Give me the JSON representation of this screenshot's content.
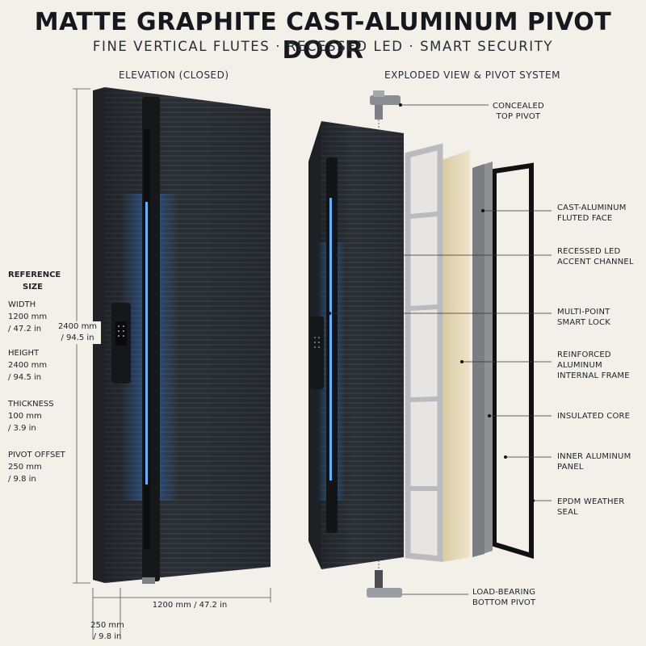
{
  "title": "MATTE GRAPHITE CAST-ALUMINUM PIVOT DOOR",
  "subtitle": "FINE VERTICAL FLUTES · RECESSED LED · SMART SECURITY",
  "sections": {
    "elevation": "ELEVATION (CLOSED)",
    "exploded": "EXPLODED VIEW & PIVOT SYSTEM"
  },
  "reference": {
    "heading_line1": "REFERENCE",
    "heading_line2": "SIZE",
    "items": [
      {
        "label": "WIDTH",
        "line1": "1200 mm",
        "line2": "/ 47.2 in"
      },
      {
        "label": "HEIGHT",
        "line1": "2400 mm",
        "line2": "/ 94.5 in"
      },
      {
        "label": "THICKNESS",
        "line1": "100 mm",
        "line2": "/ 3.9 in"
      },
      {
        "label": "PIVOT OFFSET",
        "line1": "250 mm",
        "line2": "/ 9.8 in"
      }
    ]
  },
  "dimensions": {
    "height_line1": "2400 mm",
    "height_line2": "/ 94.5 in",
    "width": "1200 mm / 47.2 in",
    "offset_line1": "250 mm",
    "offset_line2": "/ 9.8 in"
  },
  "callouts": [
    {
      "line1": "CONCEALED",
      "line2": "TOP PIVOT"
    },
    {
      "line1": "CAST-ALUMINUM",
      "line2": "FLUTED FACE"
    },
    {
      "line1": "RECESSED LED",
      "line2": "ACCENT CHANNEL"
    },
    {
      "line1": "MULTI-POINT",
      "line2": "SMART LOCK"
    },
    {
      "line1": "REINFORCED",
      "line2": "ALUMINUM",
      "line3": "INTERNAL FRAME"
    },
    {
      "line1": "INSULATED CORE"
    },
    {
      "line1": "INNER ALUMINUM",
      "line2": "PANEL"
    },
    {
      "line1": "EPDM WEATHER SEAL"
    },
    {
      "line1": "LOAD-BEARING",
      "line2": "BOTTOM PIVOT"
    }
  ],
  "colors": {
    "background": "#f3f0ea",
    "door": "#2b2f35",
    "led": "#2f8bff",
    "core": "#e6d9b8",
    "frame": "#bfc1c4",
    "inner_panel": "#8d8f92"
  }
}
